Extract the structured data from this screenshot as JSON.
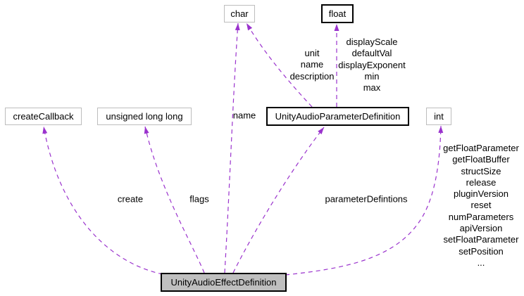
{
  "diagram": {
    "title": "UnityAudioEffectDefinition collaboration diagram",
    "colors": {
      "edge": "#9a32cd",
      "plain_border": "#bdbdbd",
      "bold_border": "#000000",
      "main_fill": "#bfbfbf",
      "text": "#000000",
      "bg": "#ffffff"
    },
    "nodes": {
      "char": {
        "label": "char"
      },
      "float": {
        "label": "float"
      },
      "createCallback": {
        "label": "createCallback"
      },
      "unsigned_long_long": {
        "label": "unsigned long long"
      },
      "UnityAudioParameterDefinition": {
        "label": "UnityAudioParameterDefinition"
      },
      "int": {
        "label": "int"
      },
      "UnityAudioEffectDefinition": {
        "label": "UnityAudioEffectDefinition"
      }
    },
    "edge_labels": {
      "create": "create",
      "flags": "flags",
      "name": "name",
      "parameterDefintions": "parameterDefintions",
      "char_fields": "unit\nname\ndescription",
      "float_fields": "displayScale\ndefaultVal\ndisplayExponent\nmin\nmax",
      "int_fields": "getFloatParameter\ngetFloatBuffer\nstructSize\nrelease\npluginVersion\nreset\nnumParameters\napiVersion\nsetFloatParameter\nsetPosition\n..."
    }
  }
}
